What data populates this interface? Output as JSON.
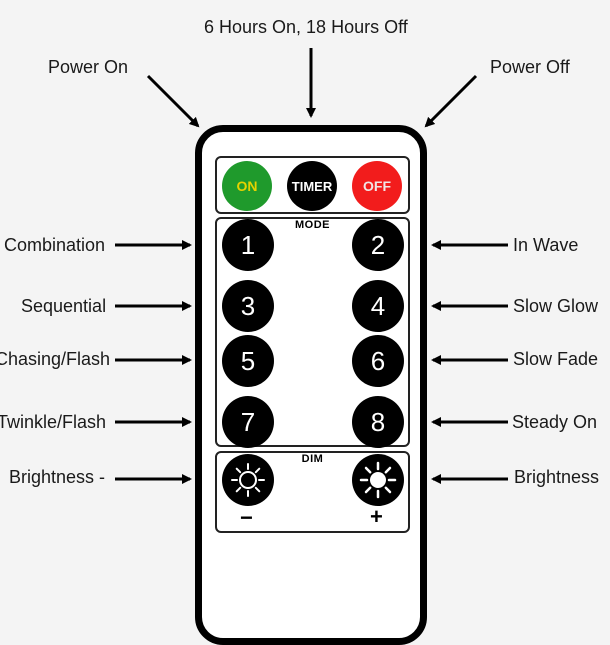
{
  "callouts": {
    "top": "6 Hours On, 18 Hours Off",
    "power_on": "Power On",
    "power_off": "Power Off",
    "combination": "Combination",
    "sequential": "Sequential",
    "chasing_flash": "Chasing/Flash",
    "twinkle_flash": "Twinkle/Flash",
    "brightness_minus": "Brightness -",
    "in_wave": "In Wave",
    "slow_glow": "Slow Glow",
    "slow_fade": "Slow Fade",
    "steady_on": "Steady On",
    "brightness_plus": "Brightness"
  },
  "remote": {
    "power_buttons": {
      "on": "ON",
      "timer": "TIMER",
      "off": "OFF"
    },
    "mode_title": "MODE",
    "mode_buttons": [
      "1",
      "2",
      "3",
      "4",
      "5",
      "6",
      "7",
      "8"
    ],
    "dim_title": "DIM",
    "dim_minus": "−",
    "dim_plus": "+"
  },
  "colors": {
    "on_button": "#1f9a2c",
    "off_button": "#f21c1c",
    "button": "#000000"
  },
  "icons": [
    "sun-outline-icon",
    "sun-filled-icon"
  ]
}
